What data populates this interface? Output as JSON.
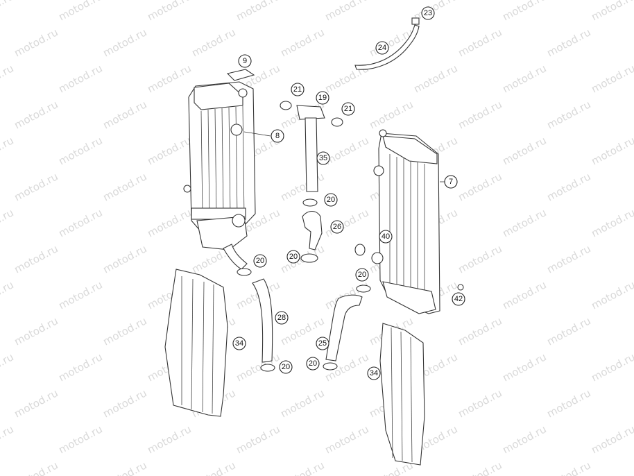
{
  "watermark": "motod.ru",
  "callouts": {
    "c23": "23",
    "c24": "24",
    "c9": "9",
    "c21a": "21",
    "c19": "19",
    "c21b": "21",
    "c8": "8",
    "c35": "35",
    "c7": "7",
    "c20a": "20",
    "c26": "26",
    "c40": "40",
    "c20b": "20",
    "c20c": "20",
    "c42": "42",
    "c28": "28",
    "c34a": "34",
    "c25": "25",
    "c20d": "20",
    "c20e": "20",
    "c20f": "20",
    "c34b": "34"
  }
}
